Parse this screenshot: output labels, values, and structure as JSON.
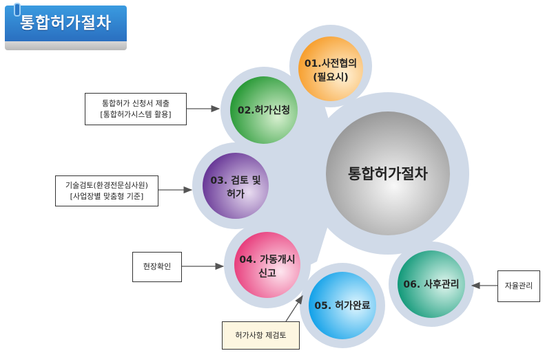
{
  "title": "통합허가절차",
  "center": "통합허가절차",
  "nodes": [
    {
      "line1": "01.사전협의",
      "line2": "(필요시)",
      "color": "#f7a030"
    },
    {
      "line1": "02.허가신청",
      "line2": "",
      "color": "#2aa040"
    },
    {
      "line1": "03. 검토 및",
      "line2": "허가",
      "color": "#6a3a98"
    },
    {
      "line1": "04. 가동개시",
      "line2": "신고",
      "color": "#e8508a"
    },
    {
      "line1": "05. 허가완료",
      "line2": "",
      "color": "#1aa8e8"
    },
    {
      "line1": "06. 사후관리",
      "line2": "",
      "color": "#18a080"
    }
  ],
  "notes": {
    "n2": [
      "통합허가 신청서 제출",
      "[통합허가시스템 활용]"
    ],
    "n3": [
      "기술검토(환경전문심사원)",
      "[사업장별 맞춤형 기준]"
    ],
    "n4": "현장확인",
    "n5": "허가사항 제검토",
    "n6": "자율관리"
  },
  "colors": {
    "halo": "#d0dae8",
    "center": "#b8b8b8"
  }
}
